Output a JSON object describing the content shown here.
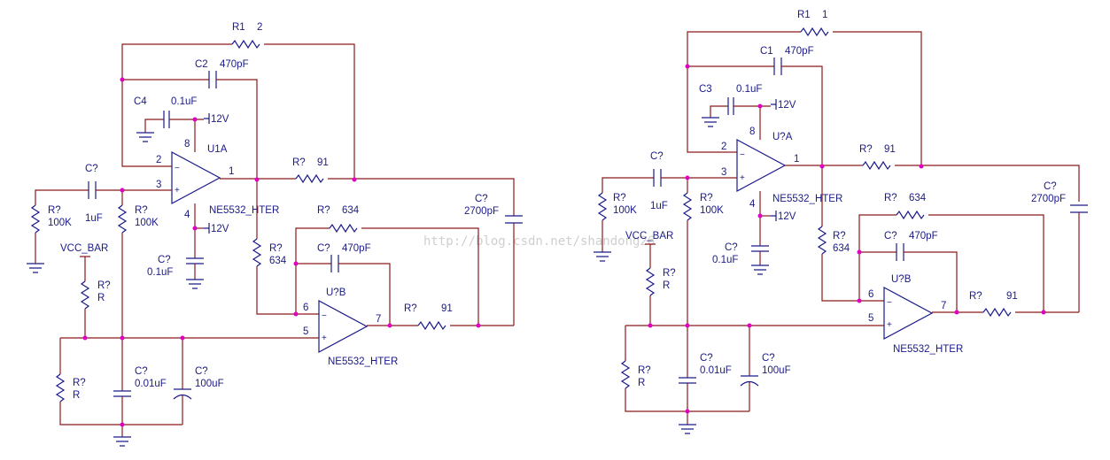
{
  "watermark": "http://blog.csdn.net/shandong26",
  "colors": {
    "wire": "#8b1a1a",
    "component": "#1a1a8b",
    "junction": "#e000c0"
  },
  "left": {
    "R1_ref": "R1",
    "R1_val": "2",
    "C2_ref": "C2",
    "C2_val": "470pF",
    "C4_ref": "C4",
    "C4_val": "0.1uF",
    "v12_top": "12V",
    "v12_bot": "12V",
    "U1A": "U1A",
    "NE1": "NE5532_HTER",
    "NE2": "NE5532_HTER",
    "U_B": "U?B",
    "pin8": "8",
    "pin4": "4",
    "pin2": "2",
    "pin3": "3",
    "pin1": "1",
    "pin6": "6",
    "pin5": "5",
    "pin7": "7",
    "R91a_ref": "R?",
    "R91a_val": "91",
    "R634a_ref": "R?",
    "R634a_val": "634",
    "C470b_ref": "C?",
    "C470b_val": "470pF",
    "R634b_ref": "R?",
    "R634b_val": "634",
    "R91b_ref": "R?",
    "R91b_val": "91",
    "C2700_ref": "C?",
    "C2700_val": "2700pF",
    "Cin_ref": "C?",
    "Cin_val": "1uF",
    "R100a_ref": "R?",
    "R100a_val": "100K",
    "R100b_ref": "R?",
    "R100b_val": "100K",
    "Cbot_ref": "C?",
    "Cbot_val": "0.1uF",
    "vcc": "VCC_BAR",
    "Rr1_ref": "R?",
    "Rr1_val": "R",
    "Rr2_ref": "R?",
    "Rr2_val": "R",
    "C001_ref": "C?",
    "C001_val": "0.01uF",
    "C100u_ref": "C?",
    "C100u_val": "100uF"
  },
  "right": {
    "R1_ref": "R1",
    "R1_val": "1",
    "C1_ref": "C1",
    "C1_val": "470pF",
    "C3_ref": "C3",
    "C3_val": "0.1uF",
    "v12_top": "12V",
    "v12_bot": "12V",
    "UA": "U?A",
    "NE1": "NE5532_HTER",
    "NE2": "NE5532_HTER",
    "U_B": "U?B",
    "pin8": "8",
    "pin4": "4",
    "pin2": "2",
    "pin3": "3",
    "pin1": "1",
    "pin6": "6",
    "pin5": "5",
    "pin7": "7",
    "R91a_ref": "R?",
    "R91a_val": "91",
    "R634a_ref": "R?",
    "R634a_val": "634",
    "C470b_ref": "C?",
    "C470b_val": "470pF",
    "R634b_ref": "R?",
    "R634b_val": "634",
    "R91b_ref": "R?",
    "R91b_val": "91",
    "C2700_ref": "C?",
    "C2700_val": "2700pF",
    "Cin_ref": "C?",
    "Cin_val": "1uF",
    "R100a_ref": "R?",
    "R100a_val": "100K",
    "R100b_ref": "R?",
    "R100b_val": "100K",
    "Cbot_ref": "C?",
    "Cbot_val": "0.1uF",
    "vcc": "VCC_BAR",
    "Rr1_ref": "R?",
    "Rr1_val": "R",
    "Rr2_ref": "R?",
    "Rr2_val": "R",
    "C001_ref": "C?",
    "C001_val": "0.01uF",
    "C100u_ref": "C?",
    "C100u_val": "100uF"
  }
}
